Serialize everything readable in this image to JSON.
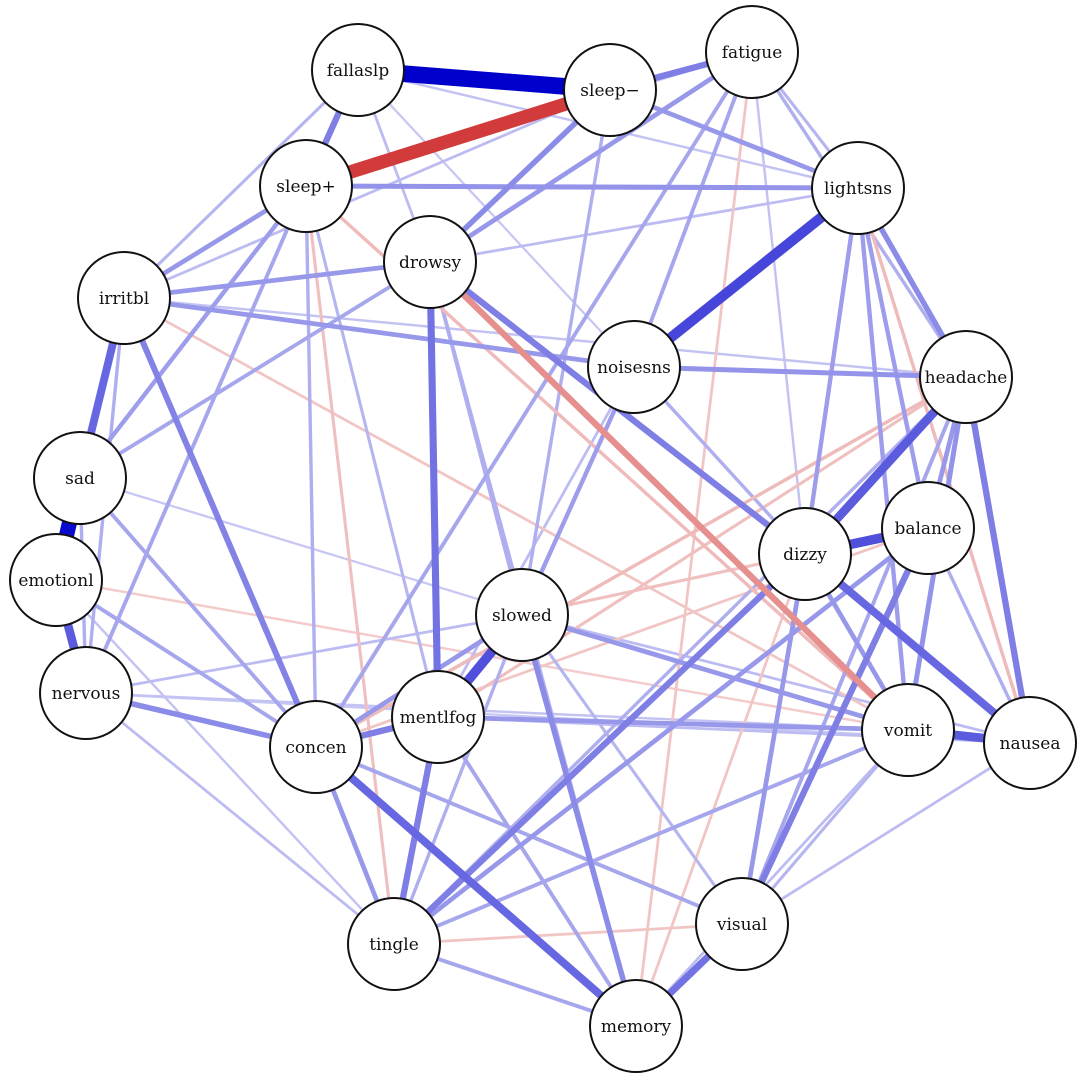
{
  "colors": {
    "positive": "#0000cc",
    "negative": "#cc2222",
    "node_fill": "#ffffff",
    "node_stroke": "#111111"
  },
  "nodes": [
    {
      "id": "fallaslp",
      "label": "fallaslp"
    },
    {
      "id": "sleep-",
      "label": "sleep−"
    },
    {
      "id": "fatigue",
      "label": "fatigue"
    },
    {
      "id": "sleep+",
      "label": "sleep+"
    },
    {
      "id": "lightsns",
      "label": "lightsns"
    },
    {
      "id": "drowsy",
      "label": "drowsy"
    },
    {
      "id": "irritbl",
      "label": "irritbl"
    },
    {
      "id": "noisesns",
      "label": "noisesns"
    },
    {
      "id": "headache",
      "label": "headache"
    },
    {
      "id": "sad",
      "label": "sad"
    },
    {
      "id": "balance",
      "label": "balance"
    },
    {
      "id": "dizzy",
      "label": "dizzy"
    },
    {
      "id": "emotionl",
      "label": "emotionl"
    },
    {
      "id": "slowed",
      "label": "slowed"
    },
    {
      "id": "nervous",
      "label": "nervous"
    },
    {
      "id": "mentlfog",
      "label": "mentlfog"
    },
    {
      "id": "vomit",
      "label": "vomit"
    },
    {
      "id": "nausea",
      "label": "nausea"
    },
    {
      "id": "concen",
      "label": "concen"
    },
    {
      "id": "visual",
      "label": "visual"
    },
    {
      "id": "tingle",
      "label": "tingle"
    },
    {
      "id": "memory",
      "label": "memory"
    }
  ],
  "edges": [
    {
      "source": "fallaslp",
      "target": "sleep-",
      "weight": 0.95
    },
    {
      "source": "sleep+",
      "target": "sleep-",
      "weight": -0.75
    },
    {
      "source": "sad",
      "target": "emotionl",
      "weight": 0.85
    },
    {
      "source": "lightsns",
      "target": "noisesns",
      "weight": 0.55
    },
    {
      "source": "slowed",
      "target": "mentlfog",
      "weight": 0.5
    },
    {
      "source": "dizzy",
      "target": "balance",
      "weight": 0.5
    },
    {
      "source": "headache",
      "target": "dizzy",
      "weight": 0.45
    },
    {
      "source": "dizzy",
      "target": "nausea",
      "weight": 0.4
    },
    {
      "source": "vomit",
      "target": "nausea",
      "weight": 0.45
    },
    {
      "source": "concen",
      "target": "memory",
      "weight": 0.4
    },
    {
      "source": "emotionl",
      "target": "nervous",
      "weight": 0.45
    },
    {
      "source": "irritbl",
      "target": "sad",
      "weight": 0.4
    },
    {
      "source": "visual",
      "target": "memory",
      "weight": 0.35
    },
    {
      "source": "drowsy",
      "target": "mentlfog",
      "weight": 0.35
    },
    {
      "source": "drowsy",
      "target": "dizzy",
      "weight": 0.3
    },
    {
      "source": "headache",
      "target": "nausea",
      "weight": 0.3
    },
    {
      "source": "balance",
      "target": "visual",
      "weight": 0.3
    },
    {
      "source": "sleep-",
      "target": "fatigue",
      "weight": 0.3
    },
    {
      "source": "fallaslp",
      "target": "sleep+",
      "weight": 0.3
    },
    {
      "source": "concen",
      "target": "mentlfog",
      "weight": 0.3
    },
    {
      "source": "dizzy",
      "target": "tingle",
      "weight": 0.3
    },
    {
      "source": "mentlfog",
      "target": "tingle",
      "weight": 0.3
    },
    {
      "source": "irritbl",
      "target": "concen",
      "weight": 0.28
    },
    {
      "source": "sleep-",
      "target": "drowsy",
      "weight": 0.25
    },
    {
      "source": "lightsns",
      "target": "headache",
      "weight": 0.25
    },
    {
      "source": "noisesns",
      "target": "headache",
      "weight": 0.22
    },
    {
      "source": "sleep+",
      "target": "lightsns",
      "weight": 0.22
    },
    {
      "source": "nervous",
      "target": "concen",
      "weight": 0.25
    },
    {
      "source": "drowsy",
      "target": "vomit",
      "weight": -0.3
    },
    {
      "source": "slowed",
      "target": "memory",
      "weight": 0.25
    },
    {
      "source": "headache",
      "target": "vomit",
      "weight": 0.22
    },
    {
      "source": "slowed",
      "target": "vomit",
      "weight": 0.2
    },
    {
      "source": "mentlfog",
      "target": "vomit",
      "weight": 0.2
    },
    {
      "source": "irritbl",
      "target": "sleep+",
      "weight": 0.2
    },
    {
      "source": "irritbl",
      "target": "drowsy",
      "weight": 0.2
    },
    {
      "source": "irritbl",
      "target": "noisesns",
      "weight": 0.2
    },
    {
      "source": "sleep-",
      "target": "lightsns",
      "weight": 0.2
    },
    {
      "source": "fatigue",
      "target": "drowsy",
      "weight": 0.2
    },
    {
      "source": "concen",
      "target": "slowed",
      "weight": 0.2
    },
    {
      "source": "dizzy",
      "target": "vomit",
      "weight": 0.2
    },
    {
      "source": "balance",
      "target": "tingle",
      "weight": 0.2
    },
    {
      "source": "lightsns",
      "target": "dizzy",
      "weight": 0.18
    },
    {
      "source": "lightsns",
      "target": "vomit",
      "weight": 0.18
    },
    {
      "source": "noisesns",
      "target": "slowed",
      "weight": 0.18
    },
    {
      "source": "sad",
      "target": "sleep+",
      "weight": 0.18
    },
    {
      "source": "sad",
      "target": "drowsy",
      "weight": 0.15
    },
    {
      "source": "sad",
      "target": "concen",
      "weight": 0.15
    },
    {
      "source": "emotionl",
      "target": "concen",
      "weight": 0.15
    },
    {
      "source": "nervous",
      "target": "sleep+",
      "weight": 0.15
    },
    {
      "source": "concen",
      "target": "tingle",
      "weight": 0.2
    },
    {
      "source": "concen",
      "target": "visual",
      "weight": 0.15
    },
    {
      "source": "mentlfog",
      "target": "memory",
      "weight": 0.15
    },
    {
      "source": "tingle",
      "target": "vomit",
      "weight": 0.15
    },
    {
      "source": "tingle",
      "target": "memory",
      "weight": 0.15
    },
    {
      "source": "visual",
      "target": "dizzy",
      "weight": 0.2
    },
    {
      "source": "headache",
      "target": "balance",
      "weight": 0.2
    },
    {
      "source": "lightsns",
      "target": "balance",
      "weight": 0.18
    },
    {
      "source": "fatigue",
      "target": "concen",
      "weight": 0.15
    },
    {
      "source": "fatigue",
      "target": "noisesns",
      "weight": 0.15
    },
    {
      "source": "fatigue",
      "target": "headache",
      "weight": 0.12
    },
    {
      "source": "sleep-",
      "target": "slowed",
      "weight": 0.12
    },
    {
      "source": "drowsy",
      "target": "slowed",
      "weight": 0.12
    },
    {
      "source": "drowsy",
      "target": "memory",
      "weight": 0.12
    },
    {
      "source": "noisesns",
      "target": "dizzy",
      "weight": 0.12
    },
    {
      "source": "headache",
      "target": "visual",
      "weight": 0.15
    },
    {
      "source": "headache",
      "target": "tingle",
      "weight": 0.12
    },
    {
      "source": "balance",
      "target": "nausea",
      "weight": 0.12
    },
    {
      "source": "sleep+",
      "target": "concen",
      "weight": 0.12
    },
    {
      "source": "sleep+",
      "target": "mentlfog",
      "weight": 0.1
    },
    {
      "source": "fallaslp",
      "target": "irritbl",
      "weight": 0.1
    },
    {
      "source": "fallaslp",
      "target": "drowsy",
      "weight": 0.08
    },
    {
      "source": "sleep-",
      "target": "irritbl",
      "weight": 0.08
    },
    {
      "source": "irritbl",
      "target": "nervous",
      "weight": 0.12
    },
    {
      "source": "sad",
      "target": "nervous",
      "weight": 0.12
    },
    {
      "source": "emotionl",
      "target": "irritbl",
      "weight": 0.1
    },
    {
      "source": "nervous",
      "target": "vomit",
      "weight": 0.06
    },
    {
      "source": "nervous",
      "target": "tingle",
      "weight": 0.08
    },
    {
      "source": "nervous",
      "target": "slowed",
      "weight": 0.08
    },
    {
      "source": "slowed",
      "target": "tingle",
      "weight": 0.12
    },
    {
      "source": "slowed",
      "target": "visual",
      "weight": 0.1
    },
    {
      "source": "slowed",
      "target": "nausea",
      "weight": 0.08
    },
    {
      "source": "mentlfog",
      "target": "nausea",
      "weight": 0.08
    },
    {
      "source": "vomit",
      "target": "visual",
      "weight": 0.1
    },
    {
      "source": "vomit",
      "target": "memory",
      "weight": 0.08
    },
    {
      "source": "nausea",
      "target": "visual",
      "weight": 0.08
    },
    {
      "source": "lightsns",
      "target": "fatigue",
      "weight": 0.1
    },
    {
      "source": "lightsns",
      "target": "drowsy",
      "weight": 0.08
    },
    {
      "source": "noisesns",
      "target": "mentlfog",
      "weight": 0.08
    },
    {
      "source": "sleep+",
      "target": "vomit",
      "weight": -0.12
    },
    {
      "source": "sleep+",
      "target": "tingle",
      "weight": -0.1
    },
    {
      "source": "headache",
      "target": "concen",
      "weight": -0.12
    },
    {
      "source": "headache",
      "target": "mentlfog",
      "weight": -0.1
    },
    {
      "source": "lightsns",
      "target": "nausea",
      "weight": -0.12
    },
    {
      "source": "irritbl",
      "target": "vomit",
      "weight": -0.08
    },
    {
      "source": "slowed",
      "target": "dizzy",
      "weight": -0.1
    },
    {
      "source": "visual",
      "target": "tingle",
      "weight": -0.08
    },
    {
      "source": "fatigue",
      "target": "memory",
      "weight": -0.08
    },
    {
      "source": "balance",
      "target": "concen",
      "weight": -0.08
    },
    {
      "source": "dizzy",
      "target": "memory",
      "weight": -0.08
    },
    {
      "source": "emotionl",
      "target": "vomit",
      "weight": -0.06
    },
    {
      "source": "nervous",
      "target": "nausea",
      "weight": 0.05
    },
    {
      "source": "sad",
      "target": "vomit",
      "weight": 0.05
    },
    {
      "source": "emotionl",
      "target": "tingle",
      "weight": 0.06
    },
    {
      "source": "irritbl",
      "target": "headache",
      "weight": 0.06
    },
    {
      "source": "fallaslp",
      "target": "lightsns",
      "weight": 0.06
    },
    {
      "source": "fallaslp",
      "target": "noisesns",
      "weight": 0.05
    },
    {
      "source": "fatigue",
      "target": "sleep+",
      "weight": 0.06
    },
    {
      "source": "fatigue",
      "target": "dizzy",
      "weight": 0.06
    }
  ]
}
